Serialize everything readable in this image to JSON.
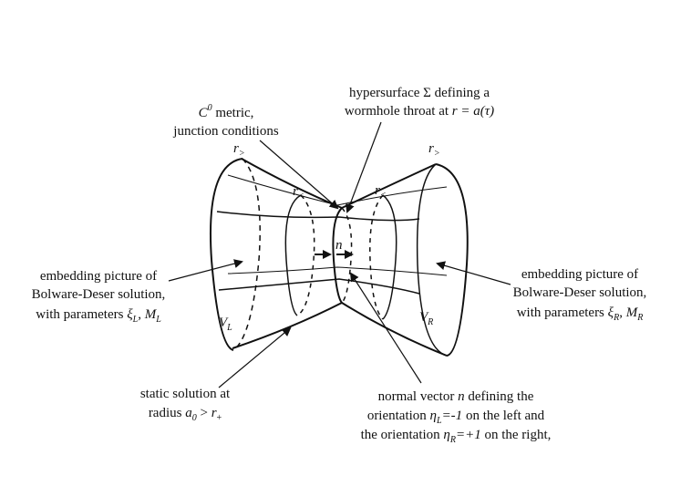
{
  "diagram": {
    "labels": {
      "top_center_1": "hypersurface Σ defining a",
      "top_center_2_pre": "wormhole throat at ",
      "top_center_2_math": "r = a(τ)",
      "top_left_1_c": "C",
      "top_left_1_sup": "0",
      "top_left_1_rest": " metric,",
      "top_left_2": "junction conditions",
      "left_1": "embedding picture of",
      "left_2": "Bolware-Deser solution,",
      "left_3_pre": "with parameters ",
      "left_3_xi": "ξ",
      "left_3_sub1": "L",
      "left_3_comma": ", ",
      "left_3_m": "M",
      "left_3_sub2": "L",
      "right_1": "embedding picture of",
      "right_2": "Bolware-Deser solution,",
      "right_3_pre": "with parameters ",
      "right_3_xi": "ξ",
      "right_3_sub1": "R",
      "right_3_comma": ", ",
      "right_3_m": "M",
      "right_3_sub2": "R",
      "bottom_left_1": "static solution at",
      "bottom_left_2_pre": "radius ",
      "bottom_left_2_a": "a",
      "bottom_left_2_sub": "0",
      "bottom_left_2_gt": " > ",
      "bottom_left_2_r": "r",
      "bottom_left_2_sub2": "+",
      "bottom_right_1_pre": "normal vector ",
      "bottom_right_1_n": "n",
      "bottom_right_1_post": " defining the",
      "bottom_right_2_pre": "orientation ",
      "bottom_right_2_eta": "η",
      "bottom_right_2_sub": "L",
      "bottom_right_2_val": "=-1",
      "bottom_right_2_post": " on the left and",
      "bottom_right_3_pre": "the orientation ",
      "bottom_right_3_eta": "η",
      "bottom_right_3_sub": "R",
      "bottom_right_3_val": "=+1",
      "bottom_right_3_post": " on the right,",
      "r_greater": "r",
      "r_greater_sub": ">",
      "r_less": "r",
      "r_less_sub": "<",
      "n_vector": "n",
      "V": "V",
      "V_L_sub": "L",
      "V_R_sub": "R"
    }
  }
}
